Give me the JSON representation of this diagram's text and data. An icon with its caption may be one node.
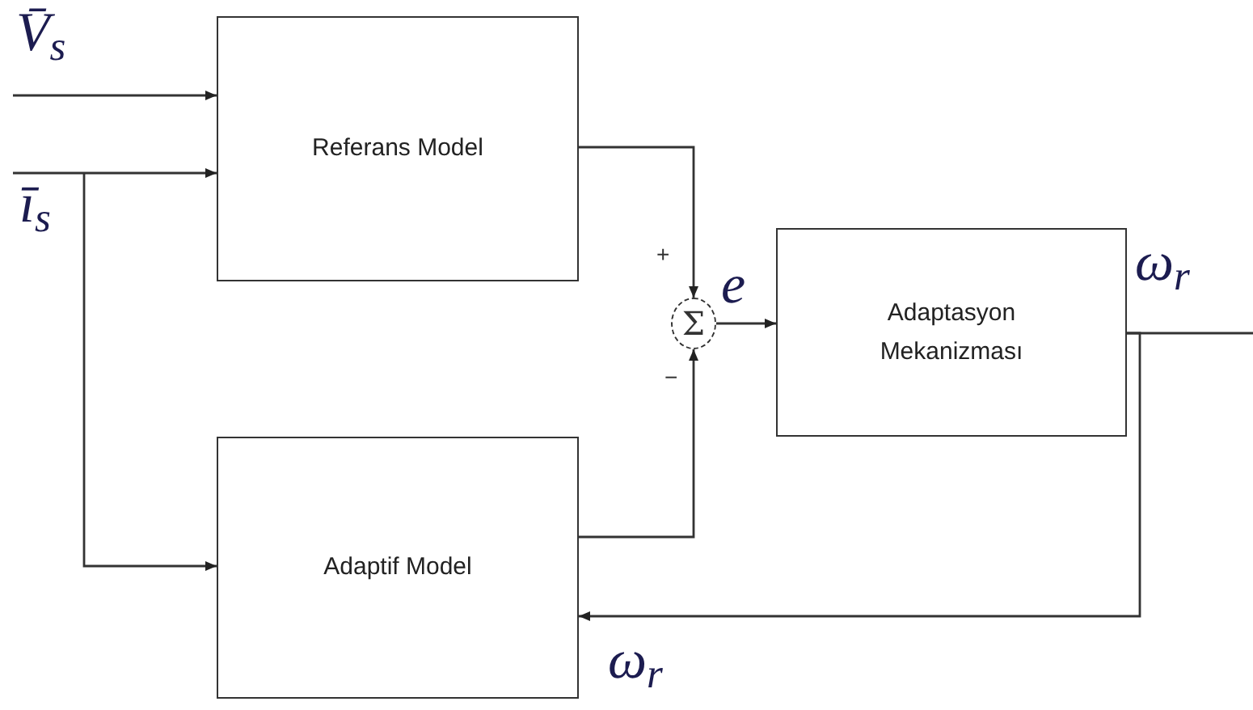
{
  "diagram": {
    "nodes": [
      {
        "text": [
          "Referans Model"
        ]
      },
      {
        "text": [
          "Adaptif Model"
        ]
      },
      {
        "text": [
          "Σ"
        ]
      },
      {
        "text": [
          "Adaptasyon Mekanizması"
        ]
      }
    ],
    "edges": [
      {
        "from": null,
        "to": 0,
        "arrow": "to",
        "label": "V̄$_{s}$"
      },
      {
        "from": null,
        "to": 0,
        "arrow": "to",
        "label": "ī$_{s}$"
      },
      {
        "from": null,
        "to": 1,
        "arrow": "to"
      },
      {
        "from": 0,
        "to": 2,
        "arrow": "to",
        "label": "+"
      },
      {
        "from": 1,
        "to": 2,
        "arrow": "to",
        "label": "−"
      },
      {
        "from": 2,
        "to": 3,
        "arrow": "to",
        "label": "e"
      },
      {
        "from": 3,
        "to": null,
        "arrow": "none",
        "label": "ω$_{r}$"
      },
      {
        "from": 3,
        "to": 1,
        "arrow": "to",
        "label": "ω$_{r}$"
      }
    ]
  }
}
